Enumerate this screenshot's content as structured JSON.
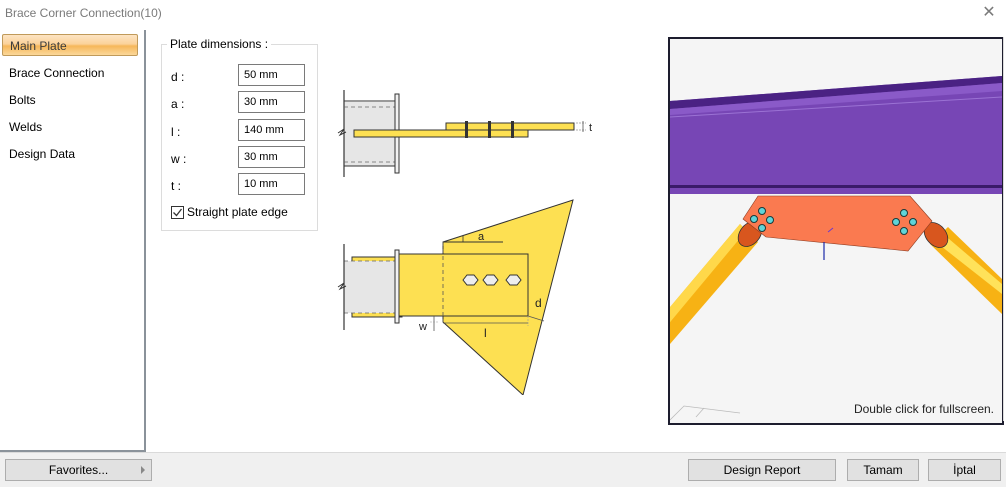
{
  "window": {
    "title": "Brace Corner Connection(10)",
    "close_icon": "close-icon"
  },
  "sidebar": {
    "items": [
      {
        "label": "Main Plate",
        "active": true
      },
      {
        "label": "Brace Connection",
        "active": false
      },
      {
        "label": "Bolts",
        "active": false
      },
      {
        "label": "Welds",
        "active": false
      },
      {
        "label": "Design Data",
        "active": false
      }
    ]
  },
  "plate_dimensions": {
    "title": "Plate dimensions :",
    "fields": [
      {
        "label": "d :",
        "value": "50 mm"
      },
      {
        "label": "a :",
        "value": "30 mm"
      },
      {
        "label": "l :",
        "value": "140 mm"
      },
      {
        "label": "w :",
        "value": "30 mm"
      },
      {
        "label": "t :",
        "value": "10 mm"
      }
    ],
    "straight_plate_edge": {
      "label": "Straight plate edge",
      "checked": true
    }
  },
  "diagram": {
    "labels": {
      "t": "t",
      "a": "a",
      "d": "d",
      "w": "w",
      "l": "l"
    },
    "colors": {
      "plate": "#fde052",
      "column": "#e6e6e6",
      "outline": "#333333"
    }
  },
  "viewport": {
    "hint": "Double click for fullscreen.",
    "colors": {
      "beam": "#7746b5",
      "gusset": "#fa7a50",
      "brace": "#f7b214",
      "bolt": "#5fd4d8",
      "background": "#f5f5f5"
    }
  },
  "footer": {
    "favorites": "Favorites...",
    "design_report": "Design Report",
    "ok": "Tamam",
    "cancel": "İptal"
  }
}
